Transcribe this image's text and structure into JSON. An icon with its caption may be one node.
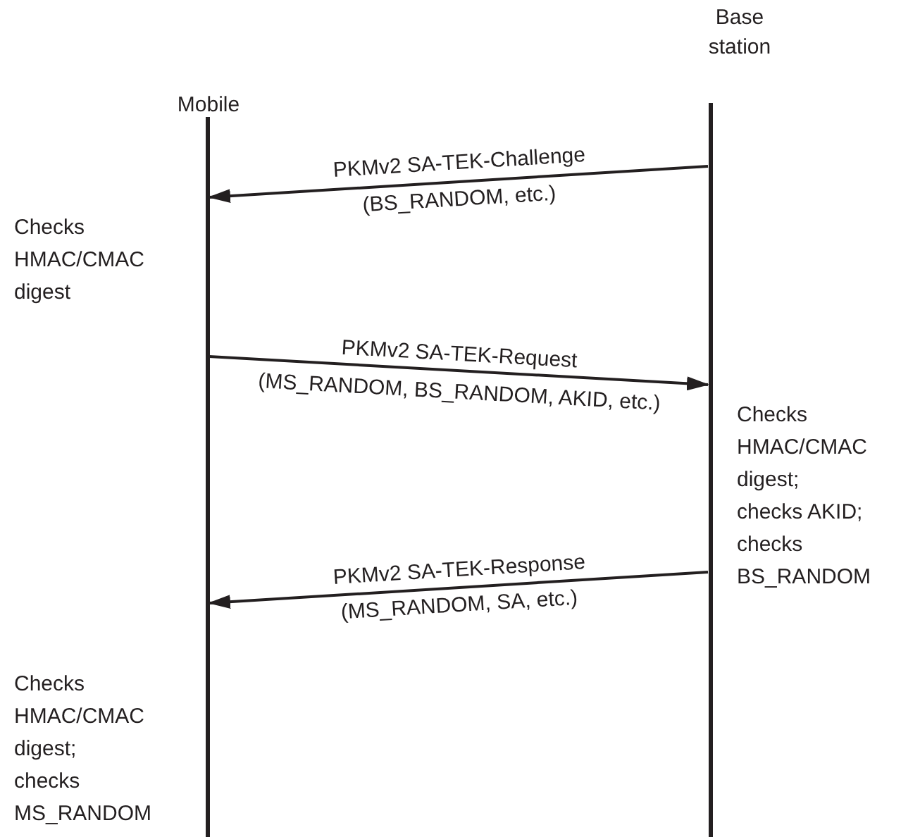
{
  "diagram": {
    "nodes": [
      {
        "text": [
          "Mobile"
        ]
      },
      {
        "text": [
          "Base station"
        ]
      },
      {
        "text": [],
        "shape": "bar"
      },
      {
        "text": [],
        "shape": "bar"
      }
    ],
    "edges": [
      {
        "from": 3,
        "to": 2,
        "arrow": "to",
        "label": "PKMv2 SA-TEK-Challenge"
      },
      {
        "from": 2,
        "to": 3,
        "arrow": "to",
        "label": "PKMv2 SA-TEK-Request"
      },
      {
        "from": 3,
        "to": 2,
        "arrow": "to",
        "label": "PKMv2 SA-TEK-Response"
      }
    ],
    "labels": [
      "(BS_RANDOM, etc.)",
      "Checks HMAC/CMAC digest",
      "(MS_RANDOM, BS_RANDOM, AKID, etc.)",
      "Checks HMAC/CMAC digest; checks AKID; checks BS_RANDOM",
      "(MS_RANDOM, SA, etc.)",
      "Checks HMAC/CMAC digest; checks MS_RANDOM"
    ]
  }
}
